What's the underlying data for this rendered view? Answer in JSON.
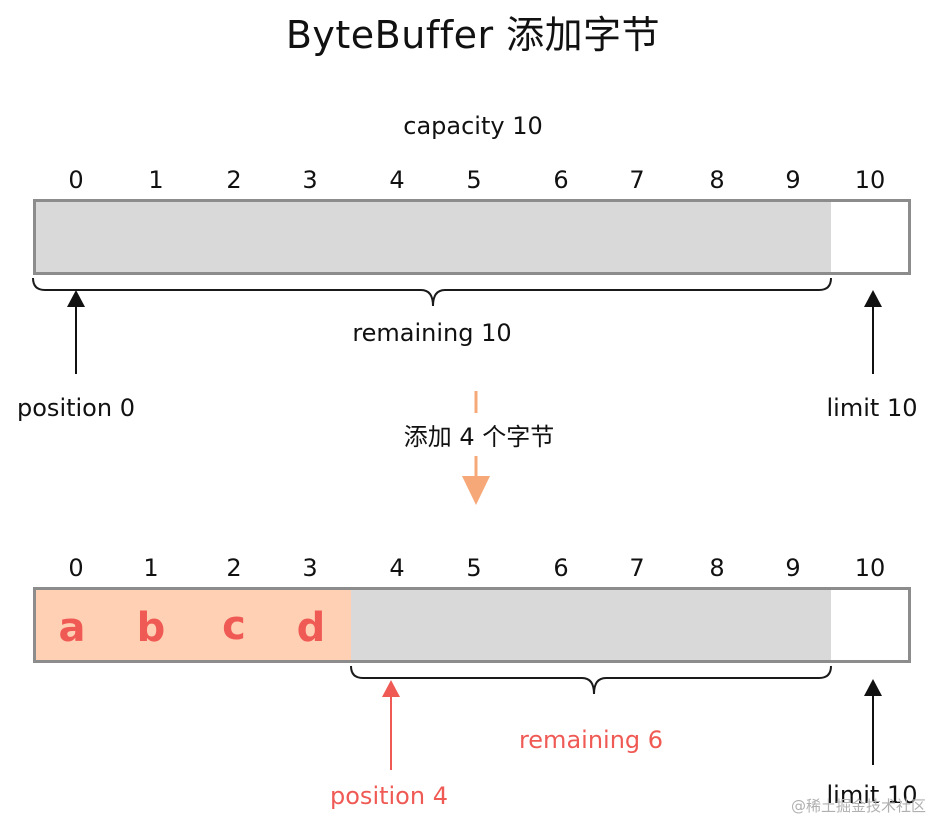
{
  "title": "ByteBuffer 添加字节",
  "capacity_label": "capacity 10",
  "indices": [
    "0",
    "1",
    "2",
    "3",
    "4",
    "5",
    "6",
    "7",
    "8",
    "9",
    "10"
  ],
  "top": {
    "remaining_label": "remaining 10",
    "position_label": "position 0",
    "limit_label": "limit 10"
  },
  "action_label": "添加 4 个字节",
  "bottom": {
    "letters": [
      "a",
      "b",
      "c",
      "d"
    ],
    "remaining_label": "remaining 6",
    "position_label": "position 4",
    "limit_label": "limit 10"
  },
  "watermark": "@稀土掘金技术社区",
  "colors": {
    "grey_cell": "#d9d9d9",
    "filled_cell": "#ffd0b4",
    "border": "#8c8c8c",
    "accent_red": "#f05a55",
    "arrow_orange": "#f7a878"
  }
}
